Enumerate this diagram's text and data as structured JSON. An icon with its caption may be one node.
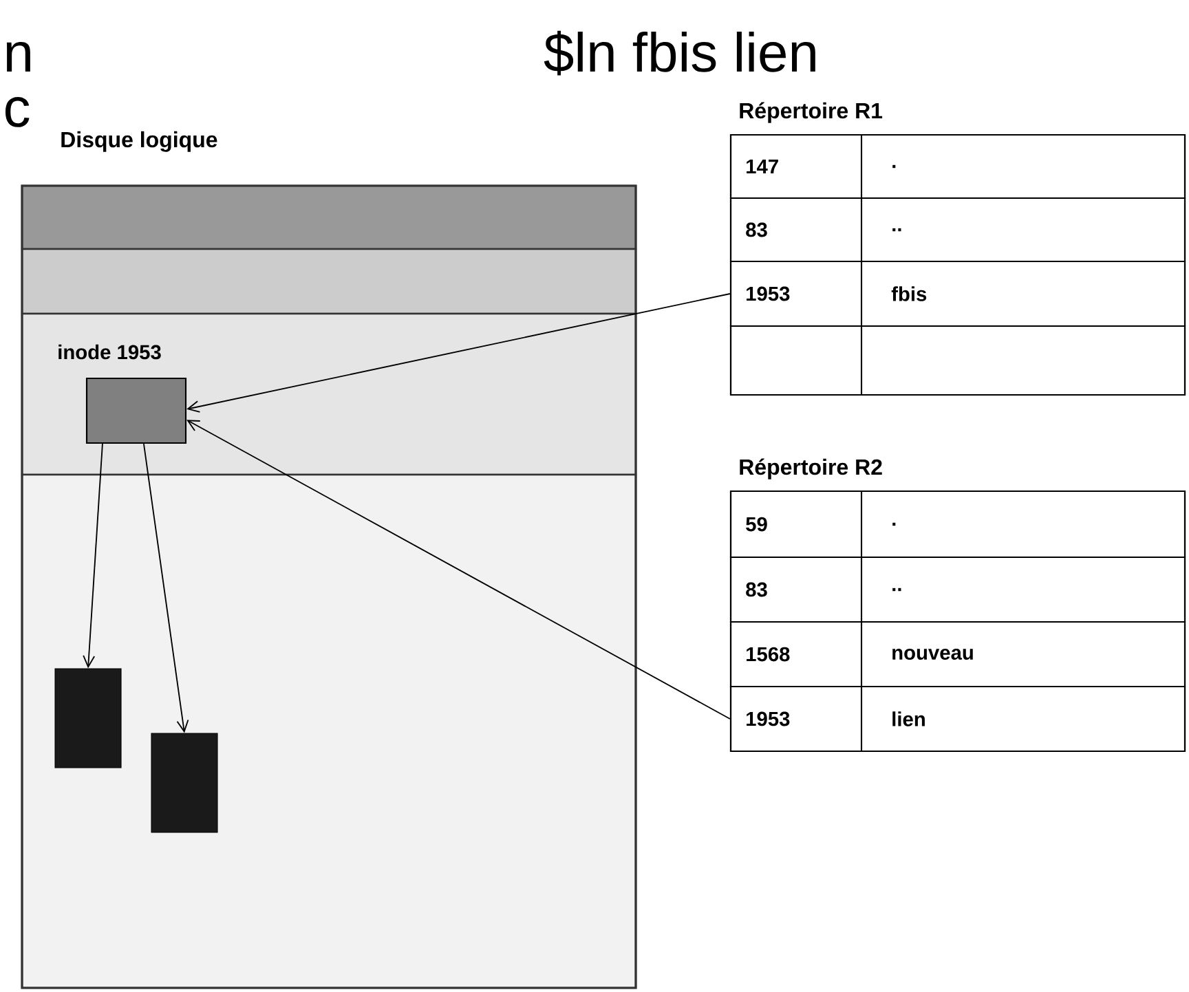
{
  "diagram": {
    "title": "$ln fbis lien",
    "nodes": [
      {
        "text": [
          "Disque logique"
        ]
      },
      {
        "text": [
          "inode 1953"
        ],
        "in": 0
      },
      {
        "text": [],
        "shape": "box",
        "in": 0
      },
      {
        "text": [],
        "shape": "box",
        "in": 0
      },
      {
        "text": [
          "Répertoire R1"
        ]
      },
      {
        "text": [
          "147",
          "."
        ],
        "in": 4
      },
      {
        "text": [
          "83",
          ".."
        ],
        "in": 4
      },
      {
        "text": [
          "1953",
          "fbis"
        ],
        "in": 4
      },
      {
        "text": [],
        "shape": "box",
        "in": 4
      },
      {
        "text": [
          "Répertoire R2"
        ]
      },
      {
        "text": [
          "59",
          "."
        ],
        "in": 9
      },
      {
        "text": [
          "83",
          ".."
        ],
        "in": 9
      },
      {
        "text": [
          "1568",
          "nouveau"
        ],
        "in": 9
      },
      {
        "text": [
          "1953",
          "lien"
        ],
        "in": 9
      }
    ],
    "edges": [
      {
        "from": 1,
        "to": 2,
        "arrow": "to"
      },
      {
        "from": 1,
        "to": 3,
        "arrow": "to"
      },
      {
        "from": 7,
        "to": 1,
        "arrow": "to"
      },
      {
        "from": 13,
        "to": 1,
        "arrow": "to"
      }
    ],
    "labels": [
      "n",
      "c"
    ]
  }
}
